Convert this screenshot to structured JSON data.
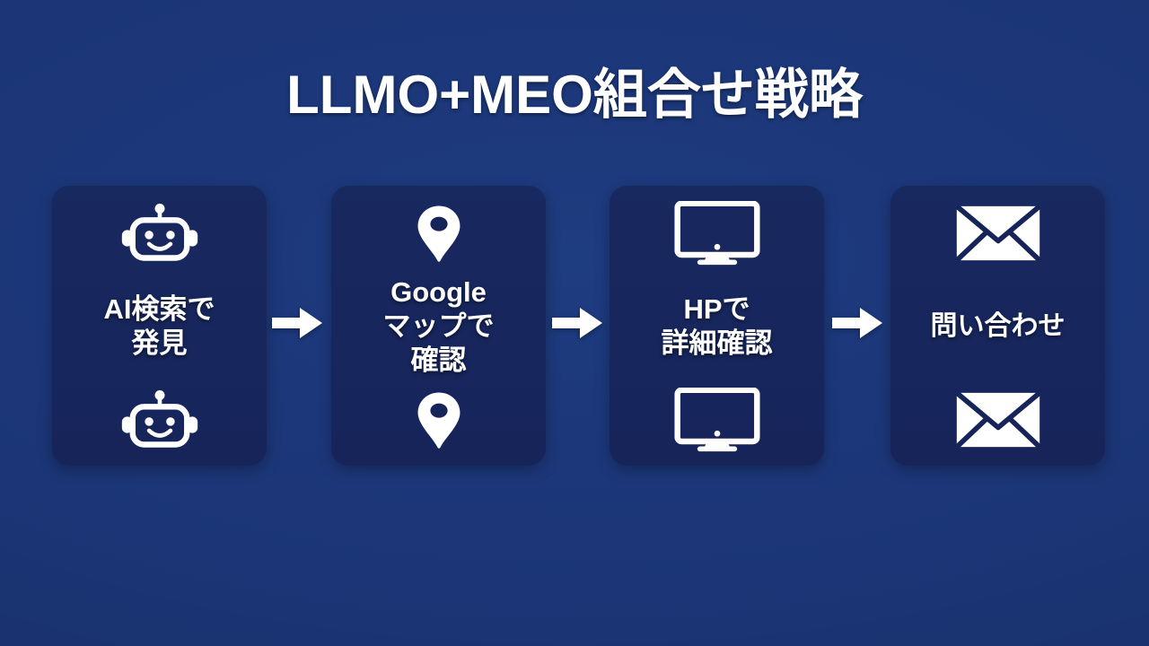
{
  "slide": {
    "title": "LLMO+MEO組合せ戦略",
    "background_color": "#1b3576",
    "card_color": "#16245a",
    "accent_color": "#ffffff"
  },
  "flow": {
    "steps": [
      {
        "id": "ai-search",
        "icon": "robot-icon",
        "label": "AI検索で\n発見"
      },
      {
        "id": "google-map",
        "icon": "map-pin-icon",
        "label": "Google\nマップで\n確認"
      },
      {
        "id": "homepage",
        "icon": "monitor-icon",
        "label": "HPで\n詳細確認"
      },
      {
        "id": "contact",
        "icon": "envelope-icon",
        "label": "問い合わせ"
      }
    ],
    "connectors": [
      {
        "id": "arrow-1",
        "icon": "arrow-right-icon"
      },
      {
        "id": "arrow-2",
        "icon": "arrow-right-icon"
      },
      {
        "id": "arrow-3",
        "icon": "arrow-right-icon"
      }
    ]
  }
}
